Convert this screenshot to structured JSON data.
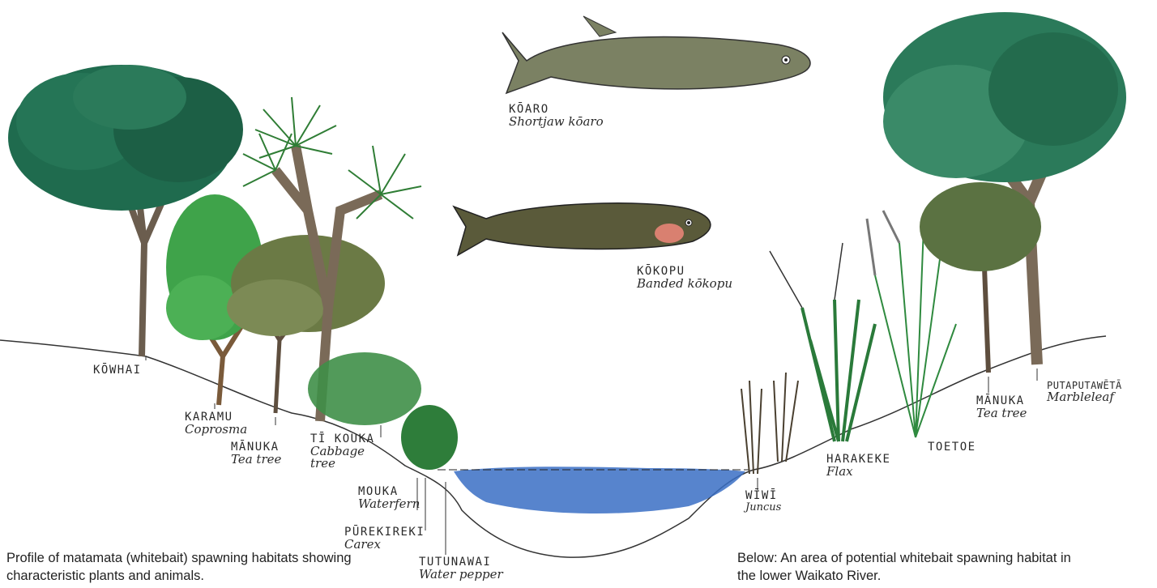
{
  "fish": [
    {
      "name": "KŌARO",
      "common": "Shortjaw kōaro"
    },
    {
      "name": "KŌKOPU",
      "common": "Banded kōkopu"
    }
  ],
  "plants_left": [
    {
      "name": "KŌWHAI",
      "common": ""
    },
    {
      "name": "KARAMU",
      "common": "Coprosma"
    },
    {
      "name": "MĀNUKA",
      "common": "Tea tree"
    },
    {
      "name": "TĪ KOUKA",
      "common": "Cabbage tree"
    },
    {
      "name": "MOUKA",
      "common": "Waterfern"
    },
    {
      "name": "PŪREKIREKI",
      "common": "Carex"
    },
    {
      "name": "TUTUNAWAI",
      "common": "Water pepper"
    }
  ],
  "plants_right": [
    {
      "name": "WĪWĪ",
      "common": "Juncus"
    },
    {
      "name": "HARAKEKE",
      "common": "Flax"
    },
    {
      "name": "TOETOE",
      "common": ""
    },
    {
      "name": "MĀNUKA",
      "common": "Tea tree"
    },
    {
      "name": "PUTAPUTAWĒTĀ",
      "common": "Marbleleaf"
    }
  ],
  "captions": {
    "left": "Profile of matamata (whitebait) spawning habitats showing characteristic plants and animals.",
    "right": "Below: An area of potential whitebait spawning habitat in the lower Waikato River."
  },
  "colors": {
    "water": "#3a6fc4",
    "dark_green": "#1f6b4e",
    "bright_green": "#3fa34a",
    "olive": "#6b7a45",
    "trunk": "#7a6a58",
    "fish_body": "#7b8163",
    "kokopu_body": "#5a5a3a",
    "gill": "#d98070"
  }
}
